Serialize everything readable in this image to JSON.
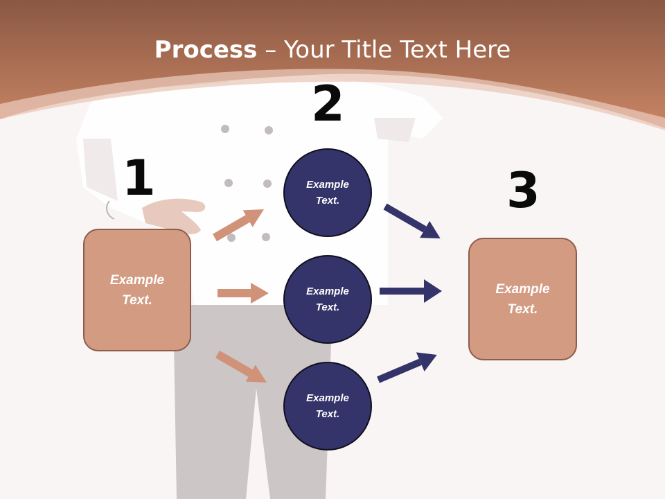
{
  "title": {
    "bold": "Process",
    "separator": " – ",
    "rest": "Your Title Text Here"
  },
  "steps": [
    {
      "number": "1",
      "text_line1": "Example",
      "text_line2": "Text."
    },
    {
      "number": "2",
      "text_line1": "Example",
      "text_line2": "Text."
    },
    {
      "number": "3",
      "text_line1": "Example",
      "text_line2": "Text."
    }
  ],
  "circles": [
    {
      "line1": "Example",
      "line2": "Text."
    },
    {
      "line1": "Example",
      "line2": "Text."
    },
    {
      "line1": "Example",
      "line2": "Text."
    }
  ],
  "colors": {
    "header": "#c27a5b",
    "box_fill": "#d29b82",
    "box_border": "#8d5d4b",
    "circle_fill": "#34336a",
    "salmon_arrow": "#d09278",
    "navy_arrow": "#34336a",
    "background": "#f9f5f4"
  },
  "icons": {
    "background_image": "chef-figure",
    "arrows_in": "salmon-arrow",
    "arrows_out": "navy-arrow"
  }
}
